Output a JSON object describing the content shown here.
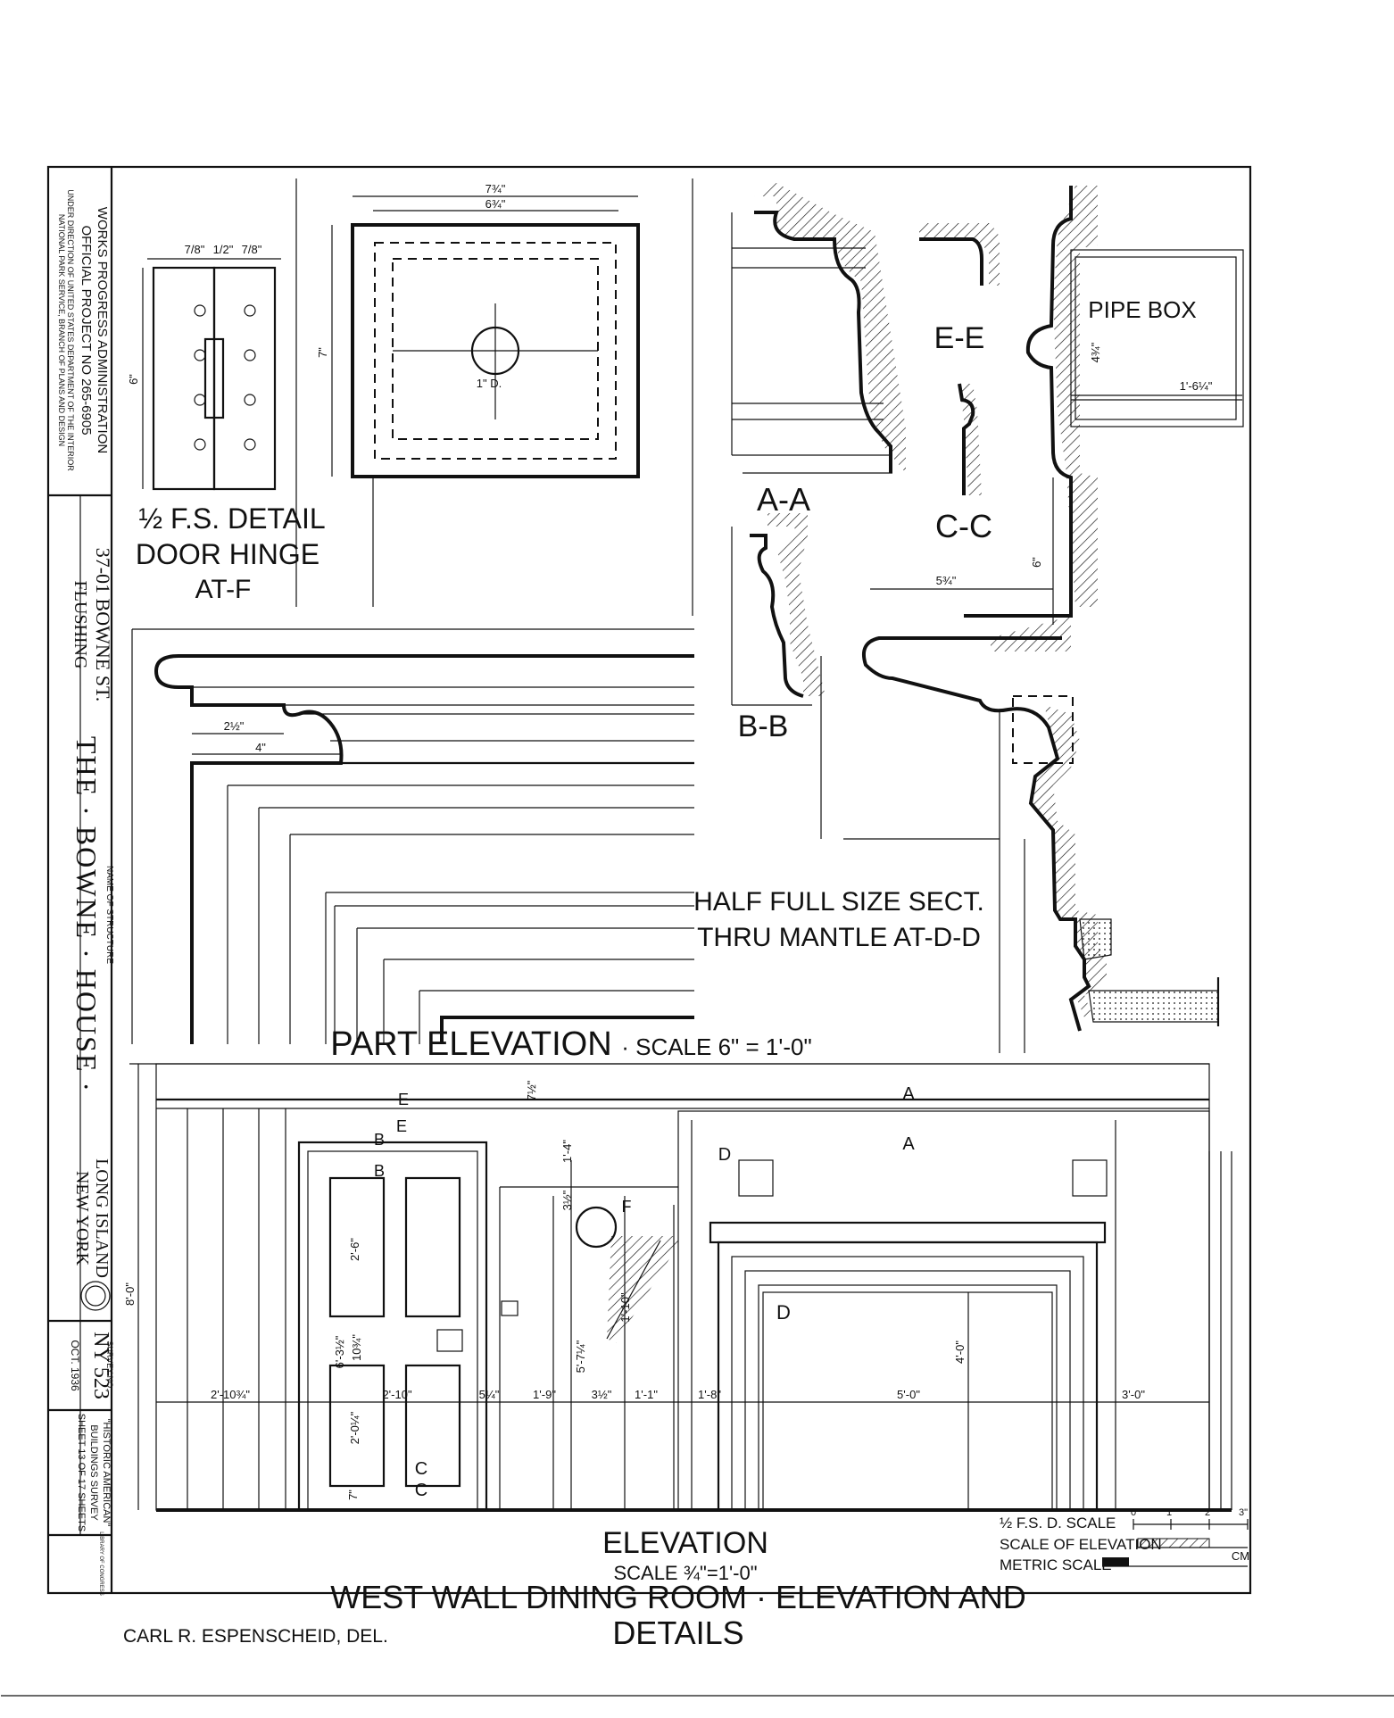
{
  "title_block": {
    "agency_line1": "WORKS PROGRESS ADMINISTRATION",
    "agency_line2": "OFFICIAL PROJECT NO 265-6905",
    "agency_line3": "UNDER DIRECTION OF UNITED STATES DEPARTMENT OF THE INTERIOR",
    "agency_line4": "NATIONAL PARK SERVICE, BRANCH OF PLANS AND DESIGN",
    "address_line1": "37-01 BOWNE ST.",
    "address_line2": "FLUSHING",
    "name_label": "NAME OF STRUCTURE",
    "structure_name": "THE · BOWNE · HOUSE ·",
    "location_line1": "LONG ISLAND",
    "location_line2": "NEW YORK",
    "survey_label": "SURVEY NO.",
    "survey_no": "NY 523",
    "date": "OCT. 1936",
    "habs_line1": "\"HISTORIC AMERICAN\"",
    "habs_line2": "BUILDINGS SURVEY",
    "sheet_info": "SHEET 13 OF 17 SHEETS",
    "library": "LIBRARY OF CONGRESS"
  },
  "details": {
    "hinge_title_1": "½ F.S. DETAIL",
    "hinge_title_2": "DOOR HINGE",
    "hinge_title_3": "AT-F",
    "hinge_dims": [
      "7/8\"",
      "1/2\"",
      "7/8\"",
      "6\""
    ],
    "panel_dims": [
      "7¾\"",
      "6¾\"",
      "7\"",
      "1\" D."
    ],
    "section_aa": "A-A",
    "section_bb": "B-B",
    "section_cc": "C-C",
    "section_ee": "E-E",
    "pipe_box": "PIPE BOX",
    "pipe_dims": [
      "4¾\"",
      "1'-6¼\""
    ],
    "mantle_dims": [
      "5¾\"",
      "6\"",
      "2½\"",
      "4\""
    ],
    "half_full_1": "HALF FULL SIZE SECT.",
    "half_full_2": "THRU MANTLE AT-D-D"
  },
  "part_elevation": {
    "title": "PART ELEVATION",
    "scale": "· SCALE 6\" = 1'-0\""
  },
  "elevation": {
    "dims": [
      "7½\"",
      "1'-4\"",
      "3½\"",
      "2'-6\"",
      "6'-3½\"",
      "10¾\"",
      "2'-0¼\"",
      "7\"",
      "5'-7¼\"",
      "1'-10\"",
      "4'-0\"",
      "8'-0\"",
      "2'-10¾\"",
      "2'-10\"",
      "5¼\"",
      "1'-9\"",
      "3½\"",
      "1'-1\"",
      "1'-8\"",
      "5'-0\"",
      "3'-0\""
    ],
    "markers": [
      "E",
      "B",
      "E",
      "B",
      "A",
      "A",
      "D",
      "D",
      "F",
      "C",
      "C"
    ],
    "title": "ELEVATION",
    "scale": "SCALE ¾\"=1'-0\""
  },
  "scales": {
    "line1": "½ F.S. D. SCALE",
    "line2": "SCALE OF ELEVATION",
    "line3": "METRIC SCALE",
    "cm": "CM",
    "ticks": [
      "0",
      "1\"",
      "2\"",
      "3\""
    ]
  },
  "sheet_title_1": "WEST WALL DINING ROOM · ELEVATION AND",
  "sheet_title_2": "DETAILS",
  "delineator": "CARL R. ESPENSCHEID, DEL."
}
